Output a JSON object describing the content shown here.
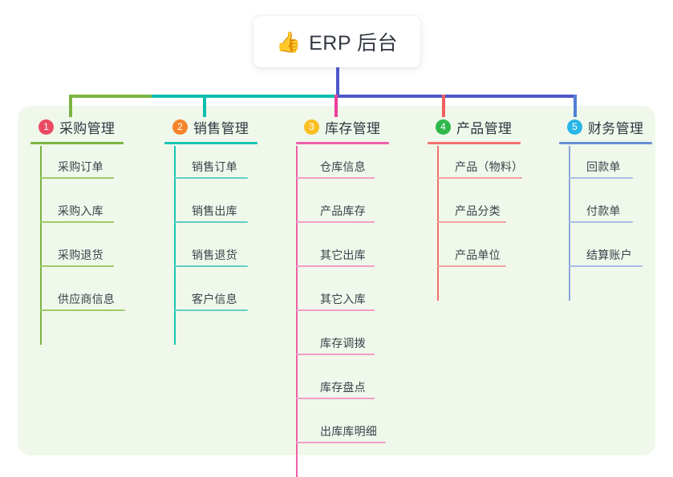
{
  "diagram": {
    "type": "mind-map",
    "root": {
      "icon": "thumbs-up-icon",
      "emoji": "👍",
      "label": "ERP 后台"
    },
    "panel_color": "#eff8ea",
    "connector_colors": {
      "trunk": "#4f57c9",
      "to_branch_1": "#7cb342",
      "to_branch_2": "#0fbfae",
      "to_branch_3": "#ec3f9a",
      "to_branch_4": "#f0605e",
      "to_branch_5": "#4f7fd6"
    },
    "branches": [
      {
        "number": "1",
        "label": "采购管理",
        "badge_color": "#ea4b63",
        "line_color": "#7cb342",
        "items": [
          "采购订单",
          "采购入库",
          "采购退货",
          "供应商信息"
        ]
      },
      {
        "number": "2",
        "label": "销售管理",
        "badge_color": "#f6842a",
        "line_color": "#19c2b4",
        "items": [
          "销售订单",
          "销售出库",
          "销售退货",
          "客户信息"
        ]
      },
      {
        "number": "3",
        "label": "库存管理",
        "badge_color": "#fbbf24",
        "line_color": "#ef5fa8",
        "items": [
          "仓库信息",
          "产品库存",
          "其它出库",
          "其它入库",
          "库存调拨",
          "库存盘点",
          "出库库明细"
        ]
      },
      {
        "number": "4",
        "label": "产品管理",
        "badge_color": "#2eb84c",
        "line_color": "#f4706e",
        "items": [
          "产品（物料）",
          "产品分类",
          "产品单位"
        ]
      },
      {
        "number": "5",
        "label": "财务管理",
        "badge_color": "#29b6e8",
        "line_color": "#6b8fd4",
        "items": [
          "回款单",
          "付款单",
          "结算账户"
        ]
      }
    ]
  }
}
